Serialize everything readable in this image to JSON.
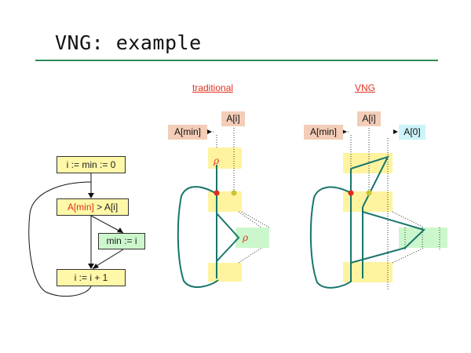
{
  "slide": {
    "title": "VNG: example"
  },
  "captions": {
    "traditional": "traditional",
    "vng": "VNG"
  },
  "flowchart": {
    "init": "i := min := 0",
    "cond_left": "A[min]",
    "cond_right": " > A[i]",
    "assign": "min := i",
    "increment": "i := i + 1"
  },
  "traditional": {
    "a_i": "A[i]",
    "a_min": "A[min]",
    "rho_top": "ρ",
    "rho_right": "ρ"
  },
  "vng": {
    "a_i": "A[i]",
    "a_min": "A[min]",
    "a_0": "A[0]"
  },
  "colors": {
    "edge": "#17766a",
    "accent": "#e0301e",
    "dot_red": "#e02a1a",
    "dot_yellow": "#c8c434",
    "band_yellow": "#fff3a0",
    "band_green": "#ccf7cc"
  }
}
